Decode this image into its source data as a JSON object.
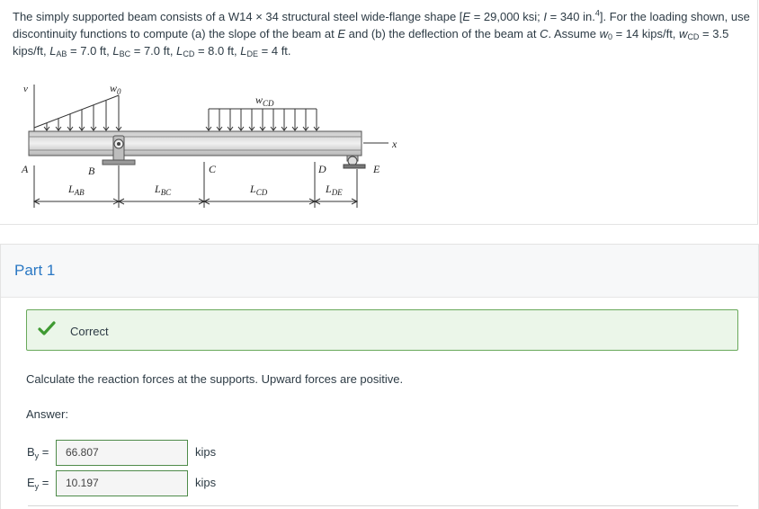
{
  "problem": {
    "t1": "The simply supported beam consists of a W14 × 34 structural steel wide-flange shape [",
    "E": "E",
    "t2": " = 29,000 ksi; ",
    "I": "I",
    "t3": " = 340 in.",
    "t3sup": "4",
    "t4": "]. For the loading shown, use discontinuity functions to compute (a) the slope of the beam at ",
    "E2": "E",
    "t5": " and (b) the deflection of the beam at ",
    "C": "C",
    "t6": ". Assume ",
    "w0": "w",
    "w0sub": "0",
    "t7": " = 14 kips/ft, ",
    "wcd": "w",
    "wcdsub": "CD",
    "t8": " = 3.5 kips/ft, ",
    "lab": "L",
    "labsub": "AB",
    "t9": " = 7.0 ft, ",
    "lbc": "L",
    "lbcsub": "BC",
    "t10": " = 7.0 ft, ",
    "lcd": "L",
    "lcdsub": "CD",
    "t11": " = 8.0 ft, ",
    "lde": "L",
    "ldesub": "DE",
    "t12": " = 4 ft."
  },
  "diagram": {
    "v": "v",
    "w0": "w",
    "w0sub": "0",
    "wcd": "w",
    "wcdsub": "CD",
    "x": "x",
    "A": "A",
    "B": "B",
    "C": "C",
    "D": "D",
    "E": "E",
    "lab": "L",
    "labsub": "AB",
    "lbc": "L",
    "lbcsub": "BC",
    "lcd": "L",
    "lcdsub": "CD",
    "lde": "L",
    "ldesub": "DE"
  },
  "part": {
    "title": "Part 1",
    "status": "Correct",
    "question": "Calculate the reaction forces at the supports. Upward forces are positive.",
    "answer_label": "Answer:",
    "answers": [
      {
        "var": "B",
        "sub": "y",
        "eq": " =",
        "value": "66.807",
        "unit": "kips"
      },
      {
        "var": "E",
        "sub": "y",
        "eq": " =",
        "value": "10.197",
        "unit": "kips"
      }
    ]
  },
  "colors": {
    "accent_blue": "#2a78c4",
    "correct_green": "#3f9a32",
    "correct_bg": "#ebf6e9"
  }
}
